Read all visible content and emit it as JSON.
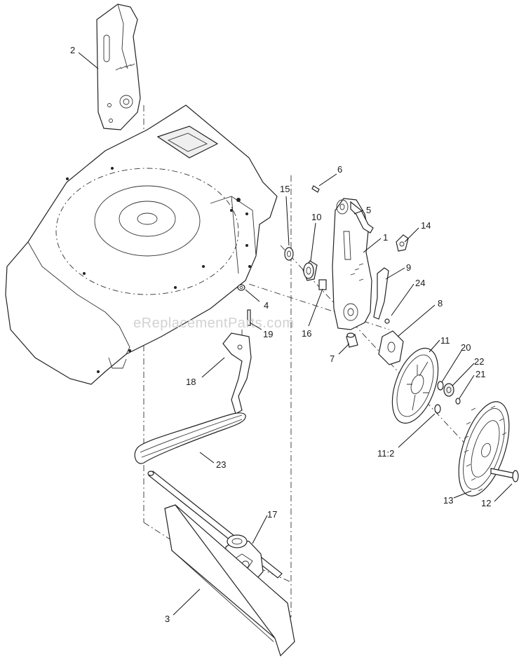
{
  "watermark": "eReplacementParts.com",
  "callouts": [
    {
      "id": "2",
      "label": "2"
    },
    {
      "id": "6",
      "label": "6"
    },
    {
      "id": "15",
      "label": "15"
    },
    {
      "id": "10",
      "label": "10"
    },
    {
      "id": "5",
      "label": "5"
    },
    {
      "id": "14",
      "label": "14"
    },
    {
      "id": "1",
      "label": "1"
    },
    {
      "id": "9",
      "label": "9"
    },
    {
      "id": "24",
      "label": "24"
    },
    {
      "id": "4",
      "label": "4"
    },
    {
      "id": "19",
      "label": "19"
    },
    {
      "id": "16",
      "label": "16"
    },
    {
      "id": "8",
      "label": "8"
    },
    {
      "id": "7",
      "label": "7"
    },
    {
      "id": "11",
      "label": "11"
    },
    {
      "id": "20",
      "label": "20"
    },
    {
      "id": "22",
      "label": "22"
    },
    {
      "id": "21",
      "label": "21"
    },
    {
      "id": "18",
      "label": "18"
    },
    {
      "id": "11_2",
      "label": "11:2"
    },
    {
      "id": "23",
      "label": "23"
    },
    {
      "id": "13",
      "label": "13"
    },
    {
      "id": "12",
      "label": "12"
    },
    {
      "id": "17",
      "label": "17"
    },
    {
      "id": "3",
      "label": "3"
    }
  ]
}
